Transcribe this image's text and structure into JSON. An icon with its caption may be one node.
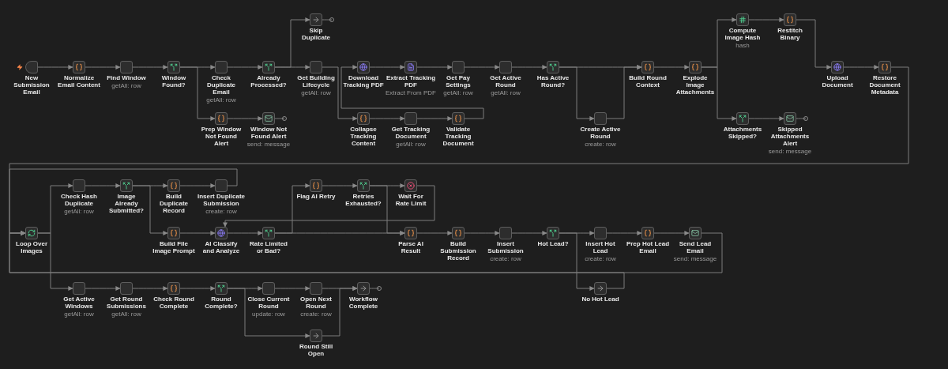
{
  "diagram": {
    "nodes": [
      {
        "text": [
          "New Submission Email"
        ]
      },
      {
        "text": [
          "Normalize Email Content"
        ]
      },
      {
        "text": [
          "Find Window",
          "getAll: row"
        ]
      },
      {
        "text": [
          "Window Found?"
        ]
      },
      {
        "text": [
          "Check Duplicate Email",
          "getAll: row"
        ]
      },
      {
        "text": [
          "Prep Window Not Found Alert"
        ]
      },
      {
        "text": [
          "Window Not Found Alert",
          "send: message"
        ]
      },
      {
        "text": [
          "Already Processed?"
        ]
      },
      {
        "text": [
          "Skip Duplicate"
        ]
      },
      {
        "text": [
          "Get Building Lifecycle",
          "getAll: row"
        ]
      },
      {
        "text": [
          "Download Tracking PDF"
        ]
      },
      {
        "text": [
          "Extract Tracking PDF",
          "Extract From PDF"
        ]
      },
      {
        "text": [
          "Get Pay Settings",
          "getAll: row"
        ]
      },
      {
        "text": [
          "Get Active Round",
          "getAll: row"
        ]
      },
      {
        "text": [
          "Has Active Round?"
        ]
      },
      {
        "text": [
          "Create Active Round",
          "create: row"
        ]
      },
      {
        "text": [
          "Build Round Context"
        ]
      },
      {
        "text": [
          "Collapse Tracking Content"
        ]
      },
      {
        "text": [
          "Get Tracking Document",
          "getAll: row"
        ]
      },
      {
        "text": [
          "Validate Tracking Document"
        ]
      },
      {
        "text": [
          "Explode Image Attachments"
        ]
      },
      {
        "text": [
          "Compute Image Hash",
          "hash"
        ]
      },
      {
        "text": [
          "Restitch Binary"
        ]
      },
      {
        "text": [
          "Upload Document"
        ]
      },
      {
        "text": [
          "Restore Document Metadata"
        ]
      },
      {
        "text": [
          "Attachments Skipped?"
        ]
      },
      {
        "text": [
          "Skipped Attachments Alert",
          "send: message"
        ]
      },
      {
        "text": [
          "Loop Over Images"
        ]
      },
      {
        "text": [
          "Check Hash Duplicate",
          "getAll: row"
        ]
      },
      {
        "text": [
          "Image Already Submitted?"
        ]
      },
      {
        "text": [
          "Build Duplicate Record"
        ]
      },
      {
        "text": [
          "Insert Duplicate Submission",
          "create: row"
        ]
      },
      {
        "text": [
          "Build File Image Prompt"
        ]
      },
      {
        "text": [
          "AI Classify and Analyze"
        ]
      },
      {
        "text": [
          "Flag AI Retry"
        ]
      },
      {
        "text": [
          "Retries Exhausted?"
        ]
      },
      {
        "text": [
          "Wait For Rate Limit"
        ]
      },
      {
        "text": [
          "Rate Limited or Bad?"
        ]
      },
      {
        "text": [
          "Parse AI Result"
        ]
      },
      {
        "text": [
          "Build Submission Record"
        ]
      },
      {
        "text": [
          "Insert Submission",
          "create: row"
        ]
      },
      {
        "text": [
          "Hot Lead?"
        ]
      },
      {
        "text": [
          "Insert Hot Lead",
          "create: row"
        ]
      },
      {
        "text": [
          "Prep Hot Lead Email"
        ]
      },
      {
        "text": [
          "Send Lead Email",
          "send: message"
        ]
      },
      {
        "text": [
          "No Hot Lead"
        ]
      },
      {
        "text": [
          "Get Active Windows",
          "getAll: row"
        ]
      },
      {
        "text": [
          "Get Round Submissions",
          "getAll: row"
        ]
      },
      {
        "text": [
          "Check Round Complete"
        ]
      },
      {
        "text": [
          "Round Complete?"
        ]
      },
      {
        "text": [
          "Close Current Round",
          "update: row"
        ]
      },
      {
        "text": [
          "Round Still Open"
        ]
      },
      {
        "text": [
          "Open Next Round",
          "create: row"
        ]
      },
      {
        "text": [
          "Workflow Complete"
        ]
      }
    ],
    "edges": [
      {
        "from": 0,
        "to": 1,
        "arrow": "to"
      },
      {
        "from": 1,
        "to": 2,
        "arrow": "to"
      },
      {
        "from": 2,
        "to": 3,
        "arrow": "to"
      },
      {
        "from": 3,
        "to": 4,
        "arrow": "to"
      },
      {
        "from": 3,
        "to": 5,
        "arrow": "to"
      },
      {
        "from": 5,
        "to": 6,
        "arrow": "to"
      },
      {
        "from": 4,
        "to": 7,
        "arrow": "to"
      },
      {
        "from": 7,
        "to": 8,
        "arrow": "to"
      },
      {
        "from": 7,
        "to": 9,
        "arrow": "to"
      },
      {
        "from": 9,
        "to": 17,
        "arrow": "to"
      },
      {
        "from": 17,
        "to": 18,
        "arrow": "to"
      },
      {
        "from": 18,
        "to": 19,
        "arrow": "to"
      },
      {
        "from": 19,
        "to": 10,
        "arrow": "to"
      },
      {
        "from": 10,
        "to": 11,
        "arrow": "to"
      },
      {
        "from": 11,
        "to": 12,
        "arrow": "to"
      },
      {
        "from": 12,
        "to": 13,
        "arrow": "to"
      },
      {
        "from": 13,
        "to": 14,
        "arrow": "to"
      },
      {
        "from": 14,
        "to": 16,
        "arrow": "to"
      },
      {
        "from": 14,
        "to": 15,
        "arrow": "to"
      },
      {
        "from": 15,
        "to": 16,
        "arrow": "to"
      },
      {
        "from": 16,
        "to": 20,
        "arrow": "to"
      },
      {
        "from": 20,
        "to": 21,
        "arrow": "to"
      },
      {
        "from": 21,
        "to": 22,
        "arrow": "to"
      },
      {
        "from": 22,
        "to": 23,
        "arrow": "to"
      },
      {
        "from": 23,
        "to": 24,
        "arrow": "to"
      },
      {
        "from": 20,
        "to": 25,
        "arrow": "to"
      },
      {
        "from": 25,
        "to": 26,
        "arrow": "to"
      },
      {
        "from": 24,
        "to": 27,
        "arrow": "to"
      },
      {
        "from": 27,
        "to": 28,
        "arrow": "to"
      },
      {
        "from": 28,
        "to": 29,
        "arrow": "to"
      },
      {
        "from": 29,
        "to": 30,
        "arrow": "to"
      },
      {
        "from": 30,
        "to": 31,
        "arrow": "to"
      },
      {
        "from": 31,
        "to": 27,
        "arrow": "to"
      },
      {
        "from": 29,
        "to": 32,
        "arrow": "to"
      },
      {
        "from": 32,
        "to": 33,
        "arrow": "to"
      },
      {
        "from": 33,
        "to": 37,
        "arrow": "to"
      },
      {
        "from": 37,
        "to": 34,
        "arrow": "to"
      },
      {
        "from": 34,
        "to": 35,
        "arrow": "to"
      },
      {
        "from": 35,
        "to": 36,
        "arrow": "to"
      },
      {
        "from": 36,
        "to": 33,
        "arrow": "to"
      },
      {
        "from": 37,
        "to": 38,
        "arrow": "to"
      },
      {
        "from": 35,
        "to": 38,
        "arrow": "to"
      },
      {
        "from": 38,
        "to": 39,
        "arrow": "to"
      },
      {
        "from": 39,
        "to": 40,
        "arrow": "to"
      },
      {
        "from": 40,
        "to": 41,
        "arrow": "to"
      },
      {
        "from": 41,
        "to": 42,
        "arrow": "to"
      },
      {
        "from": 41,
        "to": 45,
        "arrow": "to"
      },
      {
        "from": 42,
        "to": 43,
        "arrow": "to"
      },
      {
        "from": 43,
        "to": 44,
        "arrow": "to"
      },
      {
        "from": 44,
        "to": 27,
        "arrow": "to"
      },
      {
        "from": 45,
        "to": 27,
        "arrow": "to"
      },
      {
        "from": 27,
        "to": 46,
        "arrow": "to"
      },
      {
        "from": 46,
        "to": 47,
        "arrow": "to"
      },
      {
        "from": 47,
        "to": 48,
        "arrow": "to"
      },
      {
        "from": 48,
        "to": 49,
        "arrow": "to"
      },
      {
        "from": 49,
        "to": 50,
        "arrow": "to"
      },
      {
        "from": 49,
        "to": 51,
        "arrow": "to"
      },
      {
        "from": 50,
        "to": 52,
        "arrow": "to"
      },
      {
        "from": 52,
        "to": 53,
        "arrow": "to"
      },
      {
        "from": 51,
        "to": 53,
        "arrow": "to"
      },
      {
        "from": 8,
        "to": null,
        "arrow": "other"
      },
      {
        "from": 6,
        "to": null,
        "arrow": "other"
      },
      {
        "from": 26,
        "to": null,
        "arrow": "other"
      },
      {
        "from": 53,
        "to": null,
        "arrow": "other"
      }
    ]
  }
}
